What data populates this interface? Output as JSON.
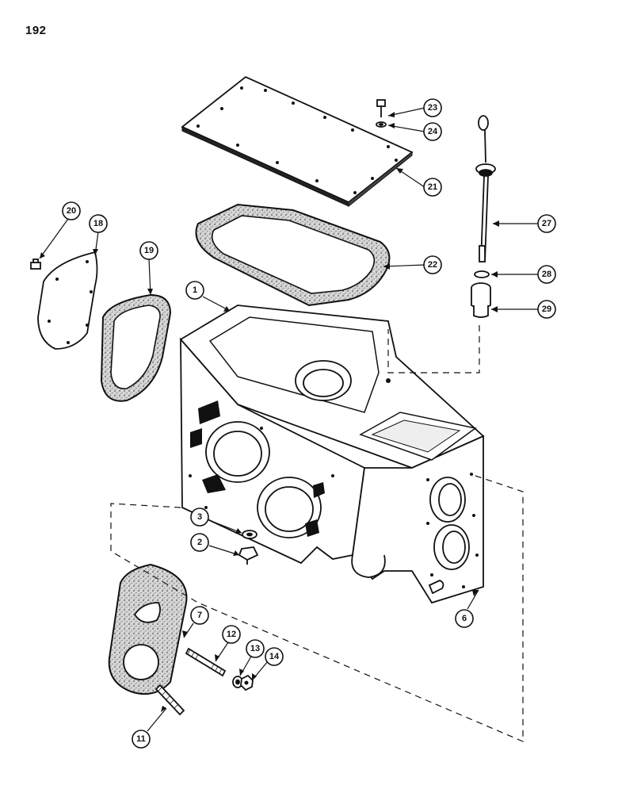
{
  "page": {
    "number": "192"
  },
  "callouts": [
    "1",
    "2",
    "3",
    "6",
    "7",
    "11",
    "12",
    "13",
    "14",
    "18",
    "19",
    "20",
    "21",
    "22",
    "23",
    "24",
    "27",
    "28",
    "29"
  ],
  "colors": {
    "ink": "#111111",
    "paper": "#ffffff",
    "gasket": "#c9c9c9"
  }
}
